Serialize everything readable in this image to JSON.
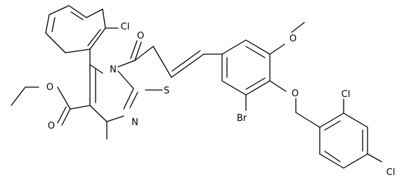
{
  "molecule": {
    "atom_labels": {
      "cl_top": "Cl",
      "o_carbonyl": "O",
      "n_ring": "N",
      "s_ring": "S",
      "o_methoxy": "O",
      "o_ether": "O",
      "o_ester_single": "O",
      "o_ester_double": "O",
      "n_pyrimidine": "N",
      "br": "Br",
      "cl_ortho": "Cl",
      "cl_para": "Cl"
    }
  }
}
